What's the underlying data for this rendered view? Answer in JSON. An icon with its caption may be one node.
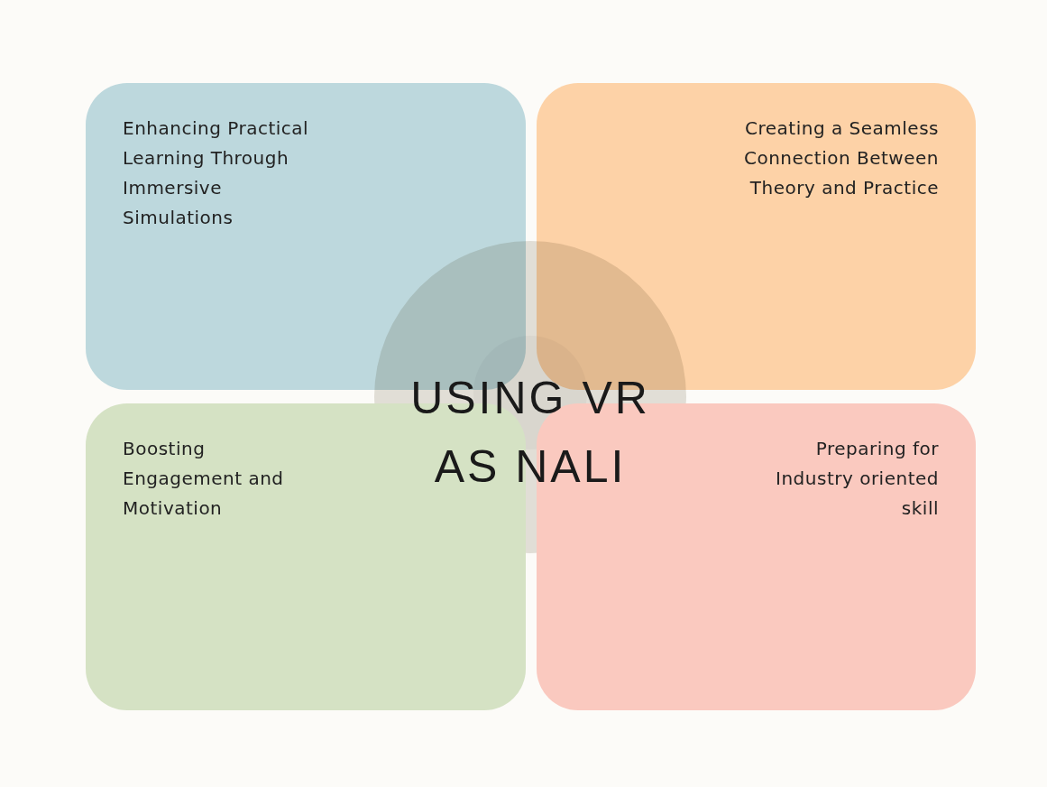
{
  "diagram": {
    "nodes": [
      {
        "text": [
          "Enhancing Practical Learning Through Immersive Simulations"
        ]
      },
      {
        "text": [
          "Creating a Seamless Connection Between Theory and Practice"
        ]
      },
      {
        "text": [
          "USING VR AS NALI"
        ]
      },
      {
        "text": [
          "Boosting Engagement and Motivation"
        ]
      },
      {
        "text": [
          "Preparing for Industry oriented skill"
        ]
      }
    ],
    "edges": []
  }
}
